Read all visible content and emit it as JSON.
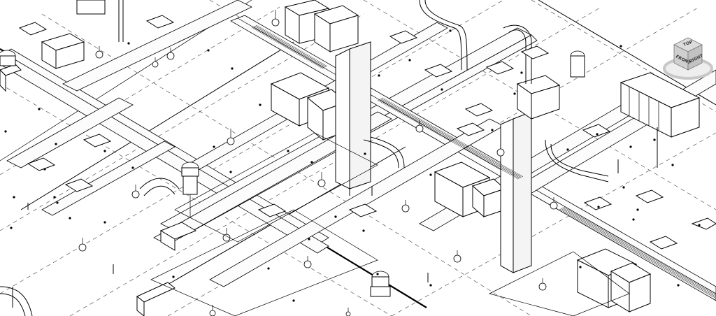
{
  "viewcube": {
    "top_label": "TOP",
    "front_label": "FRONT",
    "right_label": "RIGHT"
  },
  "colors": {
    "background": "#ffffff",
    "linework": "#000000",
    "viewcube_face": "#d9d9d9",
    "viewcube_ring": "#e6e6e6"
  },
  "icons": {
    "viewcube": "navigation-viewcube-icon"
  }
}
